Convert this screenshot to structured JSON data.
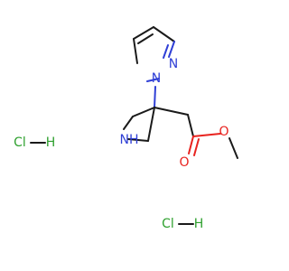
{
  "molecule": {
    "atoms": {
      "pyrazole_n1": "N",
      "pyrazole_n2": "N",
      "azetidine_nh": "NH",
      "carbonyl_o": "O",
      "ester_o": "O"
    },
    "salts": [
      {
        "cl": "Cl",
        "h": "H"
      },
      {
        "cl": "Cl",
        "h": "H"
      }
    ]
  },
  "colors": {
    "carbon_bond": "#1a1a1a",
    "nitrogen": "#2f3fd6",
    "oxygen": "#e8231f",
    "chlorine": "#2ea02e"
  }
}
